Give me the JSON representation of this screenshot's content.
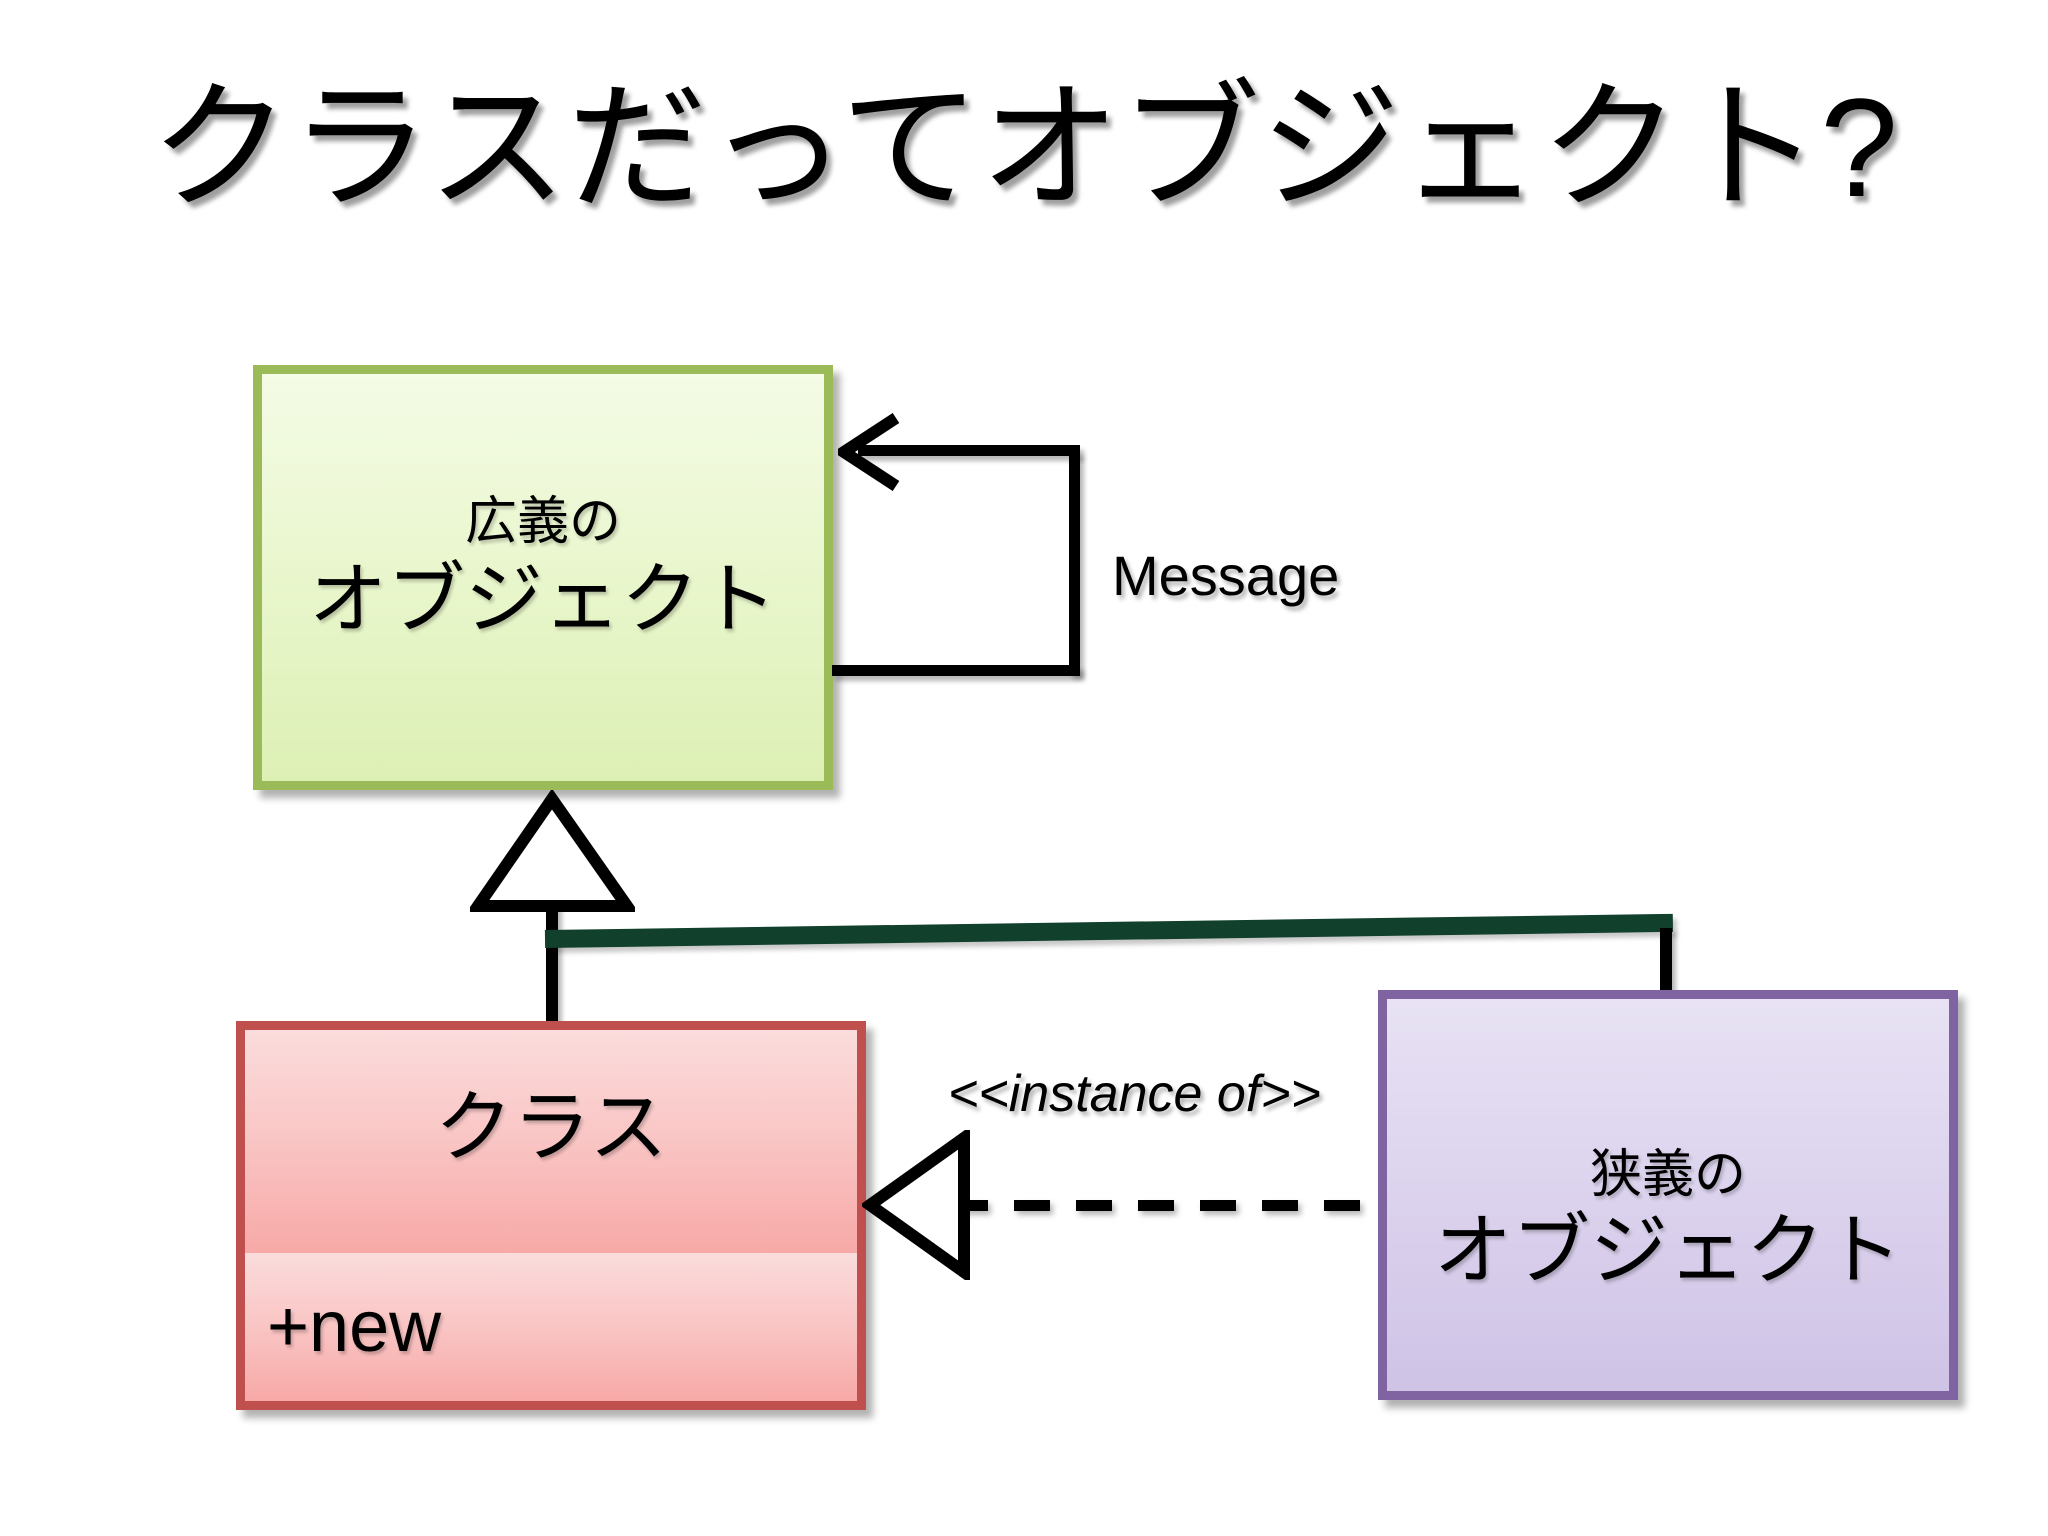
{
  "slide": {
    "title": "クラスだってオブジェクト?",
    "background_color": "#ffffff"
  },
  "diagram": {
    "type": "uml-class-diagram",
    "nodes": [
      {
        "id": "object-broad",
        "kind": "class-box",
        "label_top": "広義の",
        "label_main": "オブジェクト",
        "border_color": "#9bbb59",
        "fill_color": "#eaf7cf"
      },
      {
        "id": "class",
        "kind": "class-box-with-operations",
        "name": "クラス",
        "operations": [
          "+new"
        ],
        "border_color": "#c0504d",
        "fill_color": "#f9c5c4"
      },
      {
        "id": "object-narrow",
        "kind": "class-box",
        "label_top": "狭義の",
        "label_main": "オブジェクト",
        "border_color": "#8064a2",
        "fill_color": "#ddd4ee"
      }
    ],
    "edges": [
      {
        "id": "self-message",
        "kind": "self-message-arrow",
        "label": "Message",
        "from": "object-broad",
        "to": "object-broad",
        "color": "#000000"
      },
      {
        "id": "class-generalization",
        "kind": "generalization",
        "from": "class",
        "to": "object-broad",
        "color": "#000000"
      },
      {
        "id": "narrow-object-generalization",
        "kind": "generalization",
        "from": "object-narrow",
        "to": "object-broad",
        "color": "#11402c"
      },
      {
        "id": "instance-of",
        "kind": "dependency-dashed",
        "label": "<<instance of>>",
        "from": "object-narrow",
        "to": "class",
        "color": "#000000"
      }
    ]
  }
}
